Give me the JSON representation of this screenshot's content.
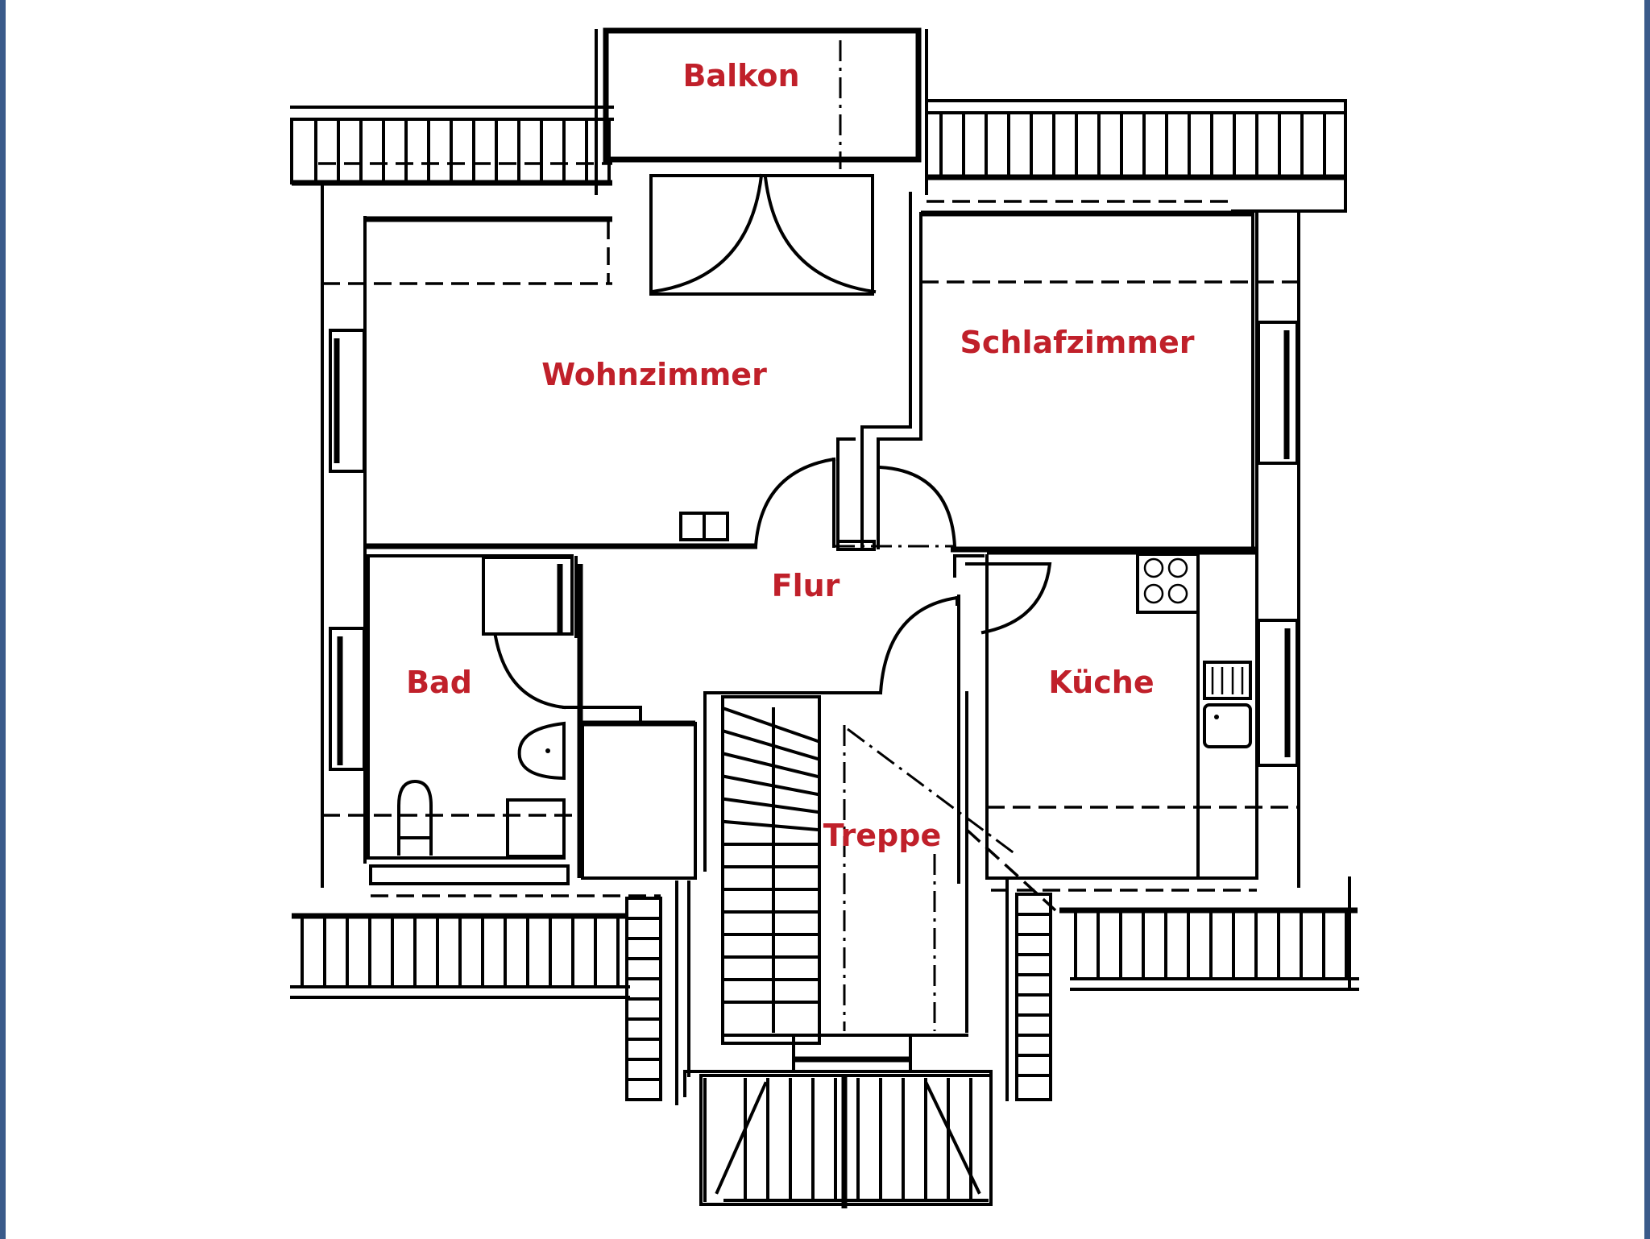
{
  "floorplan": {
    "rooms": {
      "balkon": "Balkon",
      "wohnzimmer": "Wohnzimmer",
      "schlafzimmer": "Schlafzimmer",
      "flur": "Flur",
      "bad": "Bad",
      "kueche": "Küche",
      "treppe": "Treppe"
    }
  },
  "colors": {
    "label": "#c0202a",
    "frame": "#3a5a8a",
    "line": "#000000"
  }
}
